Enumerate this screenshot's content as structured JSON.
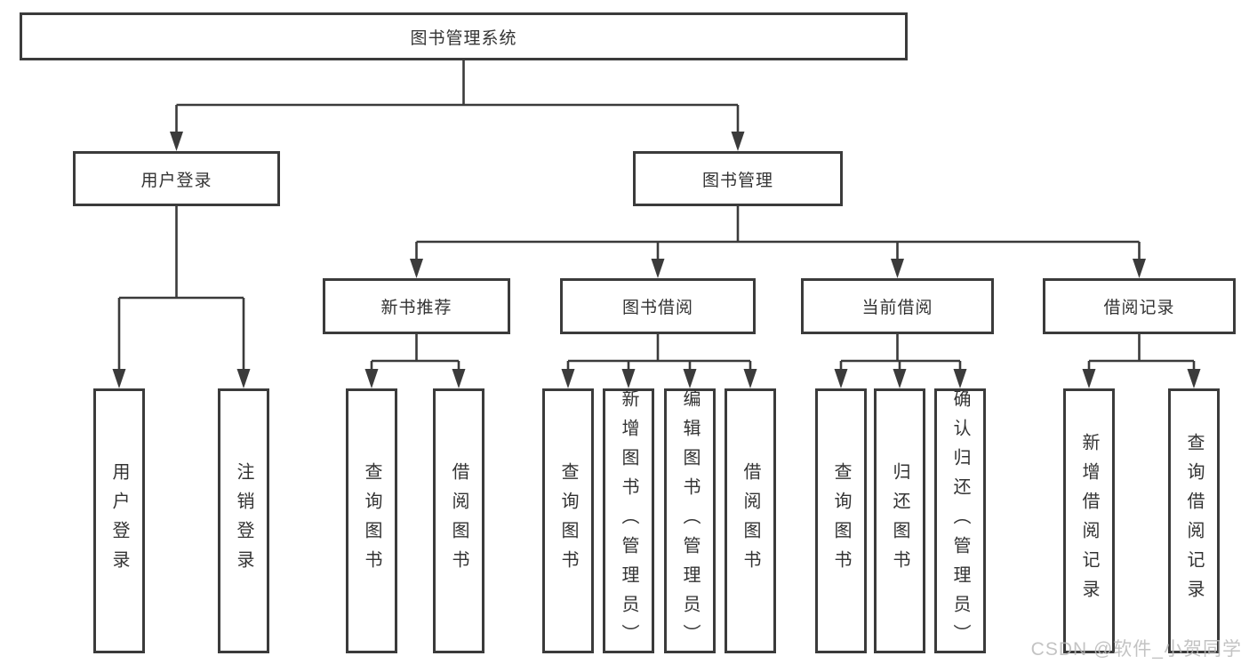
{
  "diagram_title": "图书管理系统",
  "watermark": "CSDN @软件_小贺同学",
  "colors": {
    "line": "#3b3b3b",
    "box_border": "#3b3b3b",
    "box_fill": "#ffffff",
    "text": "#333333",
    "watermark": "#b9b9b9",
    "background": "#ffffff"
  },
  "tree": {
    "label": "图书管理系统",
    "children": [
      {
        "label": "用户登录",
        "children": [
          {
            "label": "用户登录"
          },
          {
            "label": "注销登录"
          }
        ]
      },
      {
        "label": "图书管理",
        "children": [
          {
            "label": "新书推荐",
            "children": [
              {
                "label": "查询图书"
              },
              {
                "label": "借阅图书"
              }
            ]
          },
          {
            "label": "图书借阅",
            "children": [
              {
                "label": "查询图书"
              },
              {
                "label": "新增图书（管理员）"
              },
              {
                "label": "编辑图书（管理员）"
              },
              {
                "label": "借阅图书"
              }
            ]
          },
          {
            "label": "当前借阅",
            "children": [
              {
                "label": "查询图书"
              },
              {
                "label": "归还图书"
              },
              {
                "label": "确认归还（管理员）"
              }
            ]
          },
          {
            "label": "借阅记录",
            "children": [
              {
                "label": "新增借阅记录"
              },
              {
                "label": "查询借阅记录"
              }
            ]
          }
        ]
      }
    ]
  }
}
